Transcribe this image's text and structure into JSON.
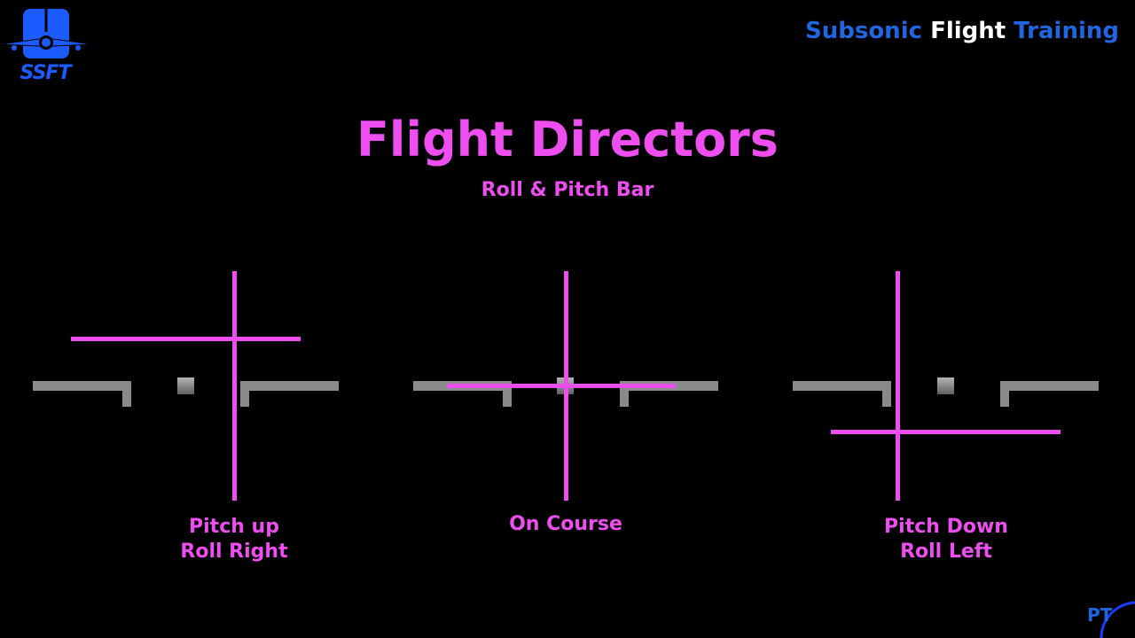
{
  "logo": {
    "text": "SSFT",
    "icon": "airplane-icon",
    "color": "#1a5cff"
  },
  "brand": {
    "part1": "Subsonic",
    "part2": "Flight",
    "part3": "Training",
    "accent_color": "#1f66e0",
    "highlight_color": "#ffffff"
  },
  "title": "Flight Directors",
  "subtitle": "Roll & Pitch Bar",
  "colors": {
    "command_bars": "#ee4ef0",
    "aircraft_symbol": "#8a8a8c",
    "background": "#000000"
  },
  "panels": [
    {
      "id": "pitch-up-roll-right",
      "caption_line1": "Pitch up",
      "caption_line2": "Roll Right",
      "roll_command": "right",
      "pitch_command": "up"
    },
    {
      "id": "on-course",
      "caption_line1": "On Course",
      "caption_line2": "",
      "roll_command": "centered",
      "pitch_command": "centered"
    },
    {
      "id": "pitch-down-roll-left",
      "caption_line1": "Pitch Down",
      "caption_line2": "Roll Left",
      "roll_command": "left",
      "pitch_command": "down"
    }
  ],
  "corner_mark": "PT"
}
